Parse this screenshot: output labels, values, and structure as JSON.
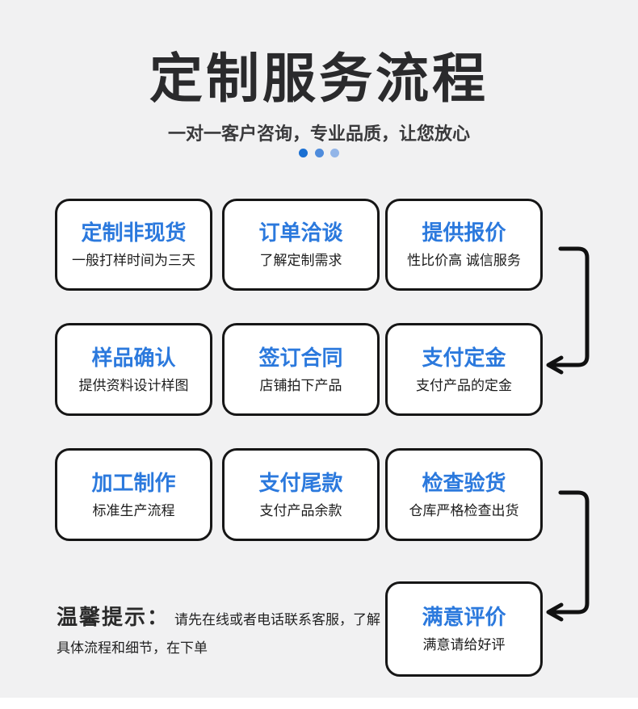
{
  "header": {
    "title": "定制服务流程",
    "subtitle": "一对一客户咨询，专业品质，让您放心"
  },
  "decoration": {
    "dots": [
      {
        "name": "dot-dark-blue",
        "color": "#1a6fd2"
      },
      {
        "name": "dot-medium-blue",
        "color": "#4f8cdc"
      },
      {
        "name": "dot-light-blue",
        "color": "#92b5e8"
      }
    ]
  },
  "colors": {
    "background": "#f1f1f2",
    "box_background": "#ffffff",
    "box_border": "#161616",
    "step_title_blue": "#2b79dd",
    "title_text": "#2a2a2c",
    "connector": "#111111"
  },
  "steps": [
    {
      "title": "定制非现货",
      "desc": "一般打样时间为三天"
    },
    {
      "title": "订单洽谈",
      "desc": "了解定制需求"
    },
    {
      "title": "提供报价",
      "desc": "性比价高 诚信服务"
    },
    {
      "title": "样品确认",
      "desc": "提供资料设计样图"
    },
    {
      "title": "签订合同",
      "desc": "店铺拍下产品"
    },
    {
      "title": "支付定金",
      "desc": "支付产品的定金"
    },
    {
      "title": "加工制作",
      "desc": "标准生产流程"
    },
    {
      "title": "支付尾款",
      "desc": "支付产品余款"
    },
    {
      "title": "检查验货",
      "desc": "仓库严格检查出货"
    },
    {
      "title": "满意评价",
      "desc": "满意请给好评"
    }
  ],
  "notice": {
    "label": "温馨提示：",
    "text": "请先在线或者电话联系客服，了解具体流程和细节，在下单"
  }
}
